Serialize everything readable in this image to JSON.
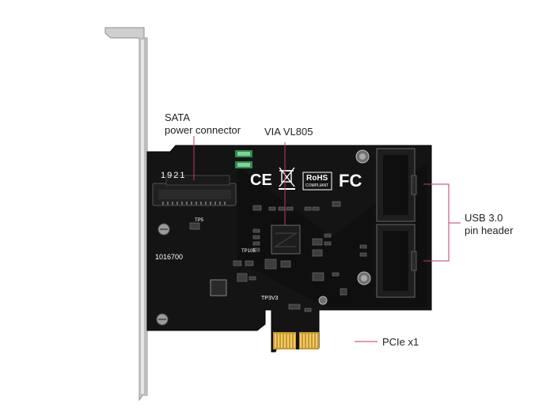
{
  "callouts": {
    "sata_power": "SATA\npower connector",
    "controller": "VIA VL805",
    "usb_header": "USB 3.0\npin header",
    "pcie": "PCIe x1"
  },
  "board_markings": {
    "date_code": "1921",
    "serial": "1016700",
    "rohs": "RoHS",
    "rohs_sub": "COMPLIANT",
    "ce": "CE",
    "fc": "FC",
    "testpoint_1": "TP3V3",
    "testpoint_2": "TP5",
    "testpoint_3": "TP105"
  },
  "colors": {
    "callout_line": "#c0396b",
    "pcb": "#111111",
    "bracket": "#c9c9c9",
    "gold_fingers": "#d4a93c"
  }
}
